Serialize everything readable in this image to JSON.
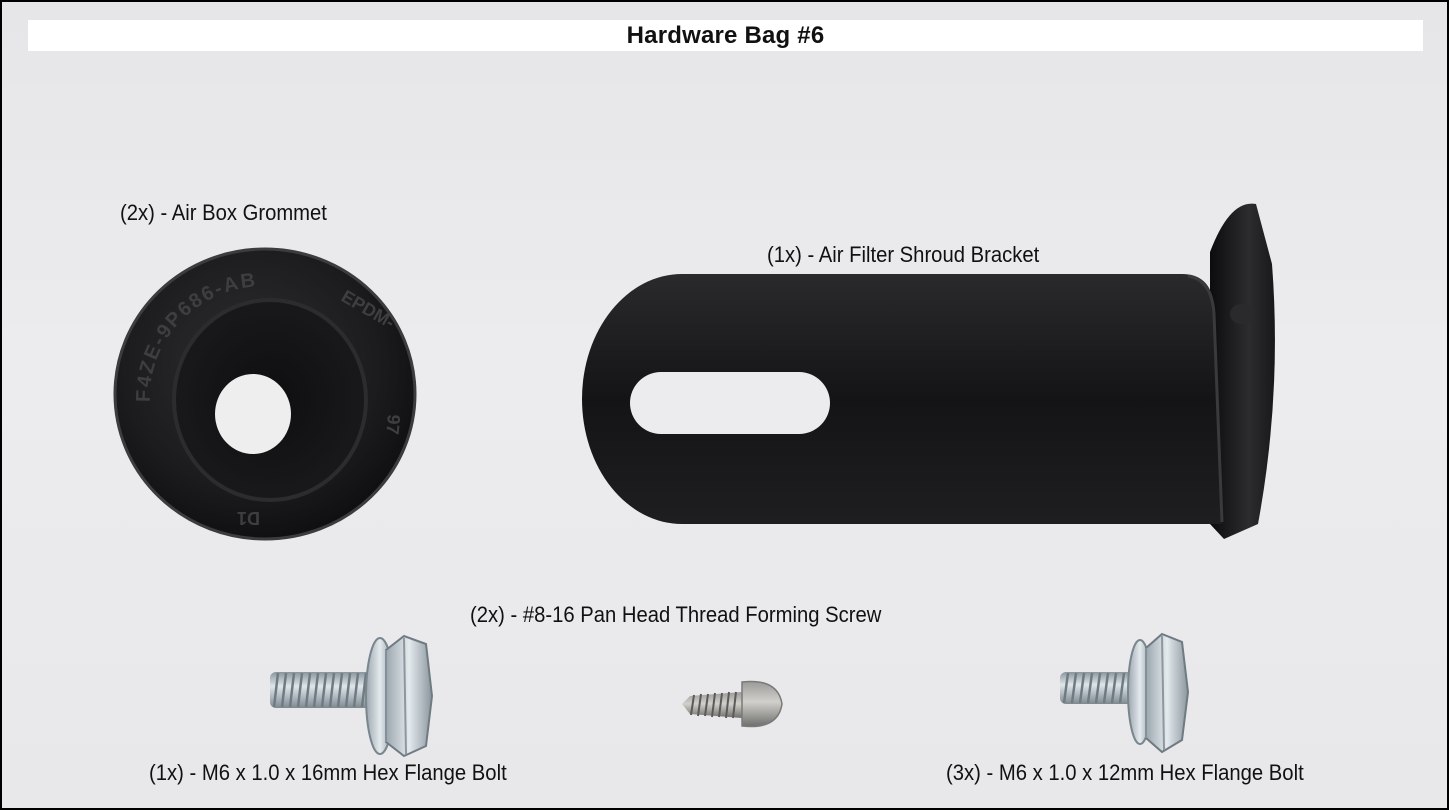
{
  "header": {
    "title": "Hardware Bag #6"
  },
  "parts": [
    {
      "id": "grommet",
      "label": "(2x) - Air Box Grommet",
      "icon": "grommet-icon"
    },
    {
      "id": "bracket",
      "label": "(1x) - Air Filter Shroud Bracket",
      "icon": "bracket-icon"
    },
    {
      "id": "screw",
      "label": "(2x) - #8-16 Pan Head Thread Forming Screw",
      "icon": "screw-icon"
    },
    {
      "id": "bolt16",
      "label": "(1x) - M6 x 1.0 x 16mm Hex Flange Bolt",
      "icon": "bolt-icon"
    },
    {
      "id": "bolt12",
      "label": "(3x) - M6 x 1.0 x 12mm Hex Flange Bolt",
      "icon": "bolt-icon"
    }
  ],
  "grommet_markings": [
    "F4ZE-9P686-AB",
    "EPDM-",
    "D1",
    "97"
  ],
  "colors": {
    "background": "#e9e9eb",
    "black_part": "#1a1a1a",
    "zinc": "#b9c4cc",
    "border": "#000000"
  }
}
